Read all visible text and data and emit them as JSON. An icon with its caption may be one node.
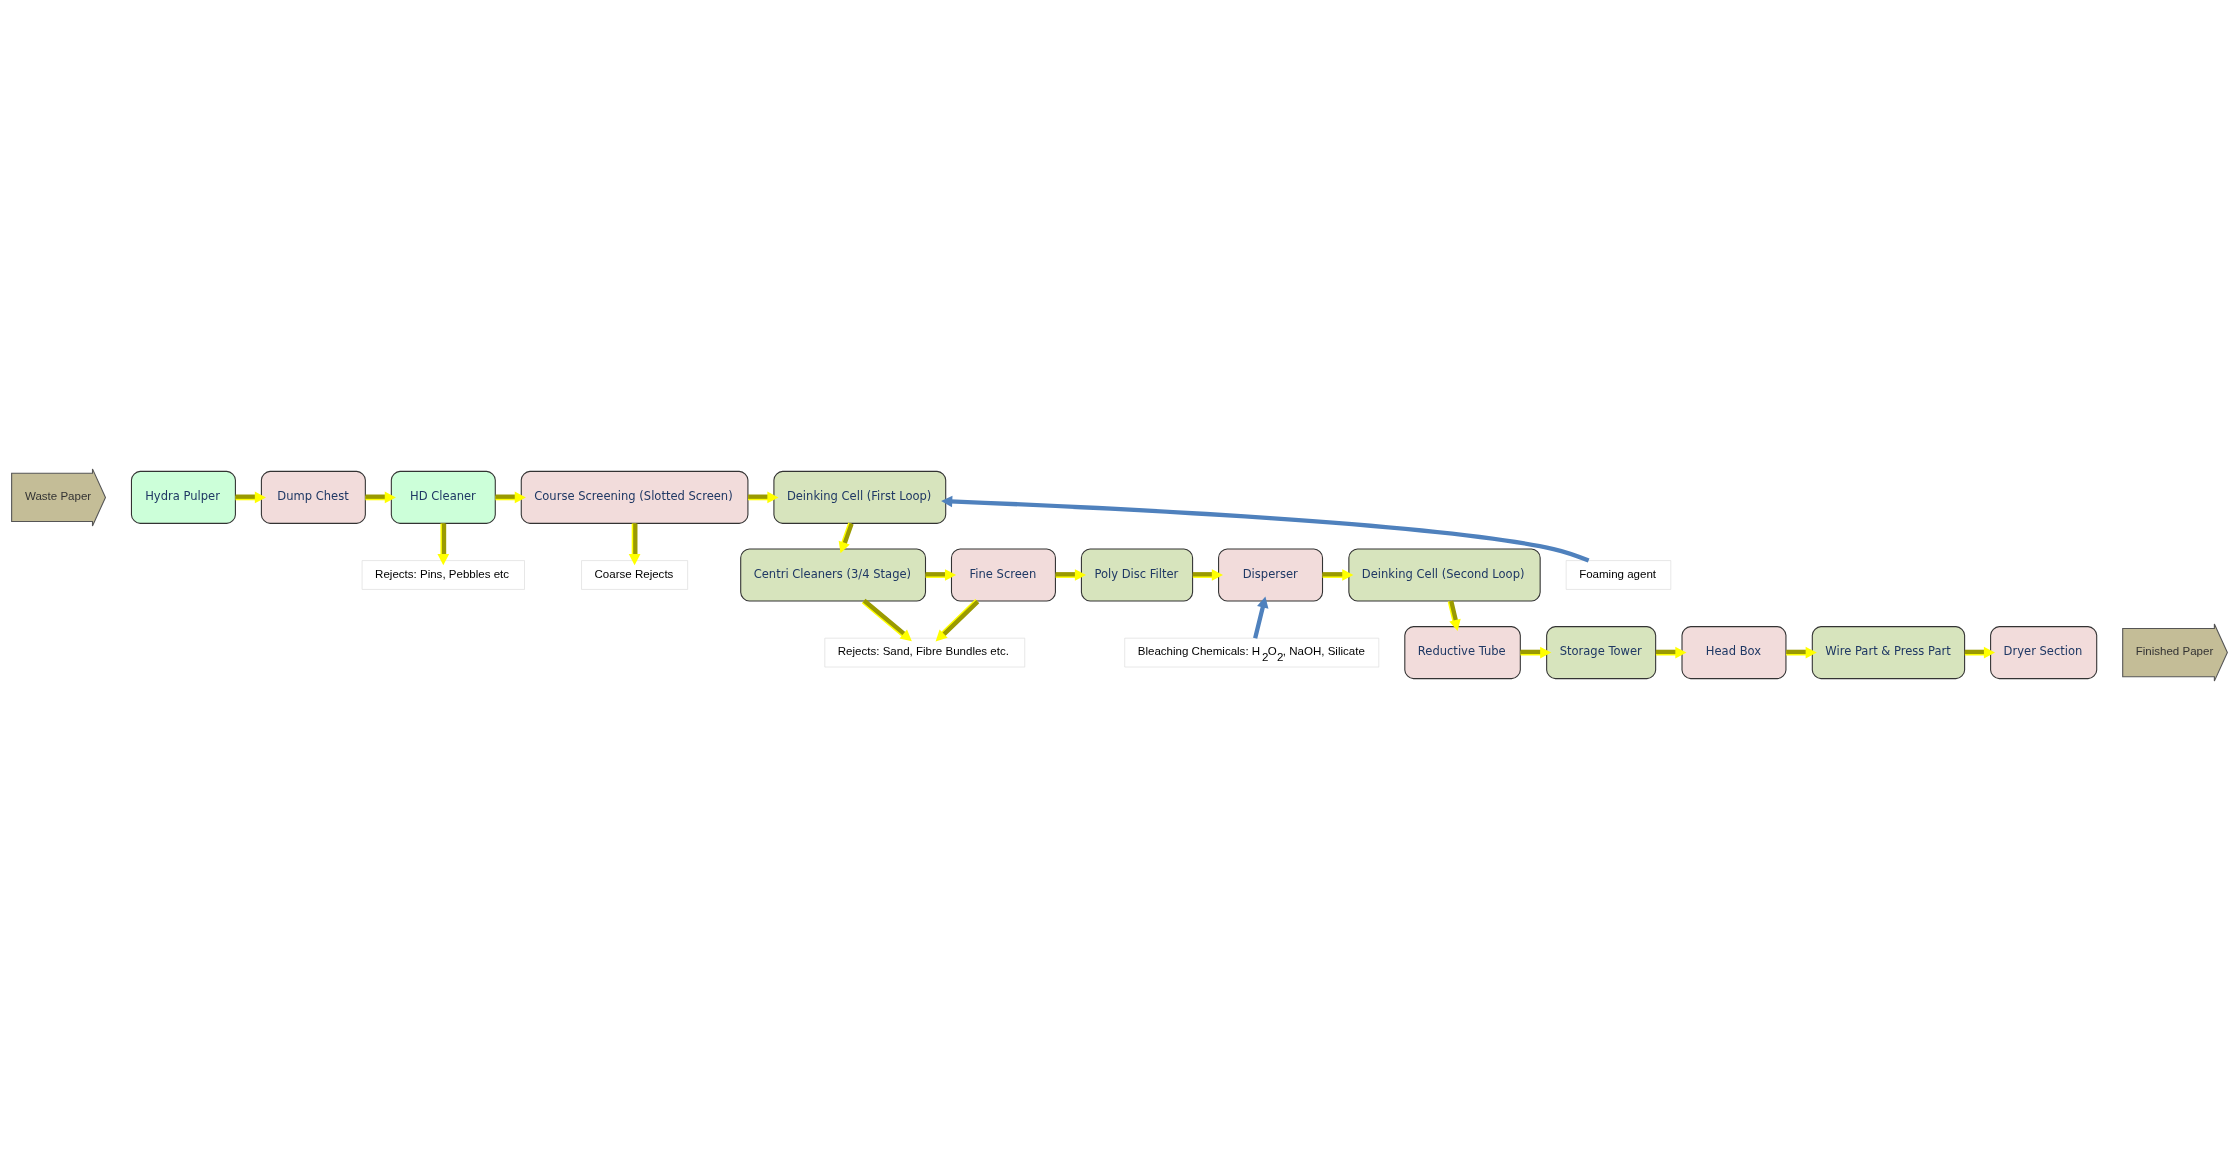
{
  "diagram": {
    "nodes": [
      {
        "text": [
          "Waste Paper"
        ]
      },
      {
        "text": [
          "Hydra Pulper"
        ]
      },
      {
        "text": [
          "Dump Chest"
        ]
      },
      {
        "text": [
          "HD Cleaner"
        ]
      },
      {
        "text": [
          "Course Screening (Slotted Screen)"
        ]
      },
      {
        "text": [
          "Deinking Cell (First Loop)"
        ]
      },
      {
        "text": [
          "Rejects: Pins, Pebbles etc"
        ]
      },
      {
        "text": [
          "Coarse Rejects"
        ]
      },
      {
        "text": [
          "Foaming agent"
        ]
      },
      {
        "text": [
          "Centri Cleaners (3/4 Stage)"
        ]
      },
      {
        "text": [
          "Fine Screen"
        ]
      },
      {
        "text": [
          "Poly Disc Filter"
        ]
      },
      {
        "text": [
          "Disperser"
        ]
      },
      {
        "text": [
          "Deinking Cell (Second Loop)"
        ]
      },
      {
        "text": [
          "Bleaching Chemicals: H$_{2}$O$_{2}$, NaOH, Silicate"
        ]
      },
      {
        "text": [
          "Rejects: Sand, Fibre Bundles etc."
        ]
      },
      {
        "text": [
          "Reductive Tube"
        ]
      },
      {
        "text": [
          "Storage Tower"
        ]
      },
      {
        "text": [
          "Head Box"
        ]
      },
      {
        "text": [
          "Wire Part & Press Part"
        ]
      },
      {
        "text": [
          "Dryer Section"
        ]
      },
      {
        "text": [
          "Finished Paper"
        ]
      }
    ],
    "edges": [
      {
        "from": 1,
        "to": 2,
        "arrow": "to"
      },
      {
        "from": 2,
        "to": 3,
        "arrow": "to"
      },
      {
        "from": 3,
        "to": 4,
        "arrow": "to"
      },
      {
        "from": 4,
        "to": 5,
        "arrow": "to"
      },
      {
        "from": 3,
        "to": 6,
        "arrow": "to"
      },
      {
        "from": 4,
        "to": 7,
        "arrow": "to"
      },
      {
        "from": 8,
        "to": 5,
        "arrow": "to",
        "color": "#4f81bd"
      },
      {
        "from": 5,
        "to": 9,
        "arrow": "to"
      },
      {
        "from": 9,
        "to": 10,
        "arrow": "to"
      },
      {
        "from": 10,
        "to": 11,
        "arrow": "to"
      },
      {
        "from": 11,
        "to": 12,
        "arrow": "to"
      },
      {
        "from": 12,
        "to": 13,
        "arrow": "to"
      },
      {
        "from": 14,
        "to": 12,
        "arrow": "to",
        "color": "#4f81bd"
      },
      {
        "from": 10,
        "to": 15,
        "arrow": "to"
      },
      {
        "from": 9,
        "to": 15,
        "arrow": "to"
      },
      {
        "from": 13,
        "to": 16,
        "arrow": "to"
      },
      {
        "from": 16,
        "to": 17,
        "arrow": "to"
      },
      {
        "from": 17,
        "to": 18,
        "arrow": "to"
      },
      {
        "from": 18,
        "to": 19,
        "arrow": "to"
      },
      {
        "from": 19,
        "to": 20,
        "arrow": "to"
      }
    ]
  }
}
